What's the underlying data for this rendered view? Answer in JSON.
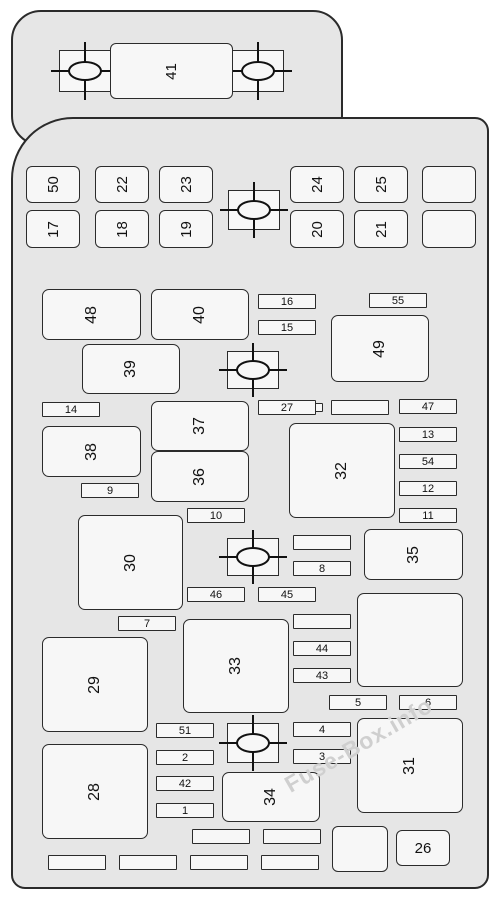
{
  "diagram": {
    "fuses": {
      "f41": "41",
      "f50": "50",
      "f22": "22",
      "f23": "23",
      "f24": "24",
      "f25": "25",
      "f17": "17",
      "f18": "18",
      "f19": "19",
      "f20": "20",
      "f21": "21",
      "f16": "16",
      "f15": "15",
      "f55": "55",
      "f14": "14",
      "f27": "27",
      "f47": "47",
      "f13": "13",
      "f54": "54",
      "f12": "12",
      "f11": "11",
      "f9": "9",
      "f10": "10",
      "f8": "8",
      "f46": "46",
      "f45": "45",
      "f7": "7",
      "f44": "44",
      "f43": "43",
      "f5": "5",
      "f6": "6",
      "f51": "51",
      "f4": "4",
      "f2": "2",
      "f3": "3",
      "f42": "42",
      "f1": "1"
    },
    "relays": {
      "r48": "48",
      "r40": "40",
      "r49": "49",
      "r39": "39",
      "r37": "37",
      "r38": "38",
      "r36": "36",
      "r32": "32",
      "r30": "30",
      "r35": "35",
      "r33": "33",
      "r29": "29",
      "r31": "31",
      "r28": "28",
      "r34": "34",
      "r26": "26"
    }
  },
  "watermark": "Fuse-Box.info"
}
